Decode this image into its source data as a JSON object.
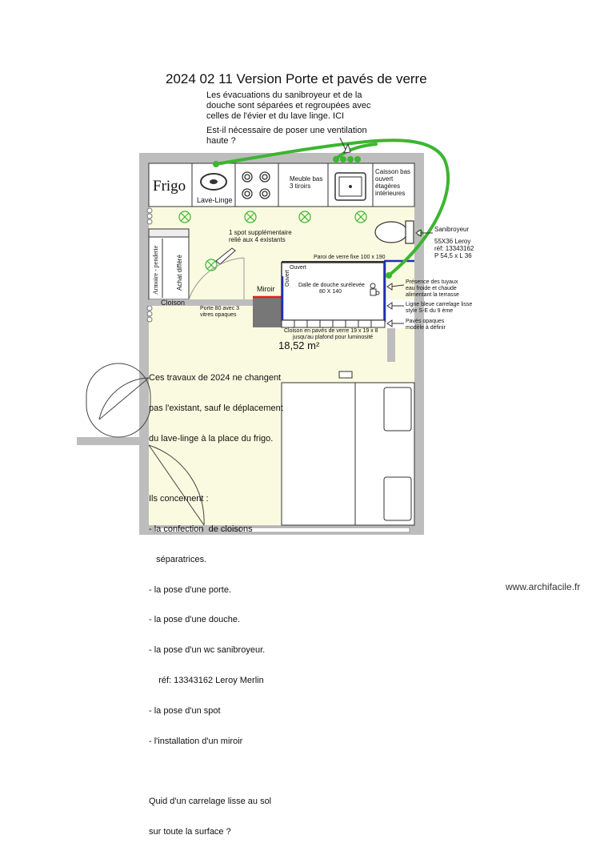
{
  "title": "2024 02 11 Version  Porte et pavés de verre",
  "question_text": "Les évacuations du sanibroyeur et de la douche sont séparées et  regroupées avec celles  de l'évier et du lave linge. ICI",
  "question_vent": "Est-il nécessaire de poser une ventilation haute ?",
  "kitchen": {
    "frigo": "Frigo",
    "lave_linge": "Lave-Linge",
    "meuble_bas": "Meuble bas",
    "tiroirs": "3 tiroirs",
    "caisson_1": "Caisson bas",
    "caisson_2": "ouvert",
    "caisson_3": "étagères",
    "caisson_4": "intérieures"
  },
  "labels": {
    "spot_1": "1 spot supplémentaire",
    "spot_2": "relié aux 4 existants",
    "armoire": "Armoire - penderie",
    "achat": "Achat différé",
    "cloison": "Cloison",
    "miroir": "Miroir",
    "porte_1": "Porte 80 avec 3",
    "porte_2": "vitres opaques",
    "paroi": "Paroi de verre  fixe 100 x 190",
    "ouvert_top": "Ouvert",
    "ouvert_side": "Ouvert",
    "dalle_1": "Dalle de douche surélevée",
    "dalle_2": "80 X 140",
    "paves_1": "Cloison en pavés de verre 19 x 19 x 8",
    "paves_2": "jusqu'au plafond pour luminosité"
  },
  "right_notes": {
    "sanibroyeur": "Sanibroyeur",
    "san_1": "55X36 Leroy",
    "san_2": "réf: 13343162",
    "san_3": "P 54,5 x L 36",
    "tuyaux_1": "Présence des tuyaux",
    "tuyaux_2": "eau froide et chaude",
    "tuyaux_3": "alimentant la terrasse",
    "ligne_1": "Ligne bleue carrelage lisse",
    "ligne_2": "style S-E du 9 ème",
    "paves_op_1": "Pavés opaques",
    "paves_op_2": "modèle à définir"
  },
  "area": "18,52 m²",
  "notes": [
    "Ces travaux de 2024 ne changent",
    "pas l'existant, sauf le déplacement",
    "du lave-linge à la place du frigo.",
    "",
    "Ils concernent :",
    "- la confection  de cloisons",
    "   séparatrices.",
    "- la pose d'une porte.",
    "- la pose d'une douche.",
    "- la pose d'un wc sanibroyeur.",
    "    réf: 13343162 Leroy Merlin",
    "- la pose d'un spot",
    "- l'installation d'un miroir",
    "",
    "Quid d'un carrelage lisse au sol",
    "sur toute la surface ?"
  ],
  "watermark": "www.archifacile.fr",
  "colors": {
    "wall": "#bdbdbd",
    "floor": "#fafae0",
    "pipe": "#3cb531",
    "blue_line": "#1f2fb8",
    "mirror": "#e02020"
  }
}
